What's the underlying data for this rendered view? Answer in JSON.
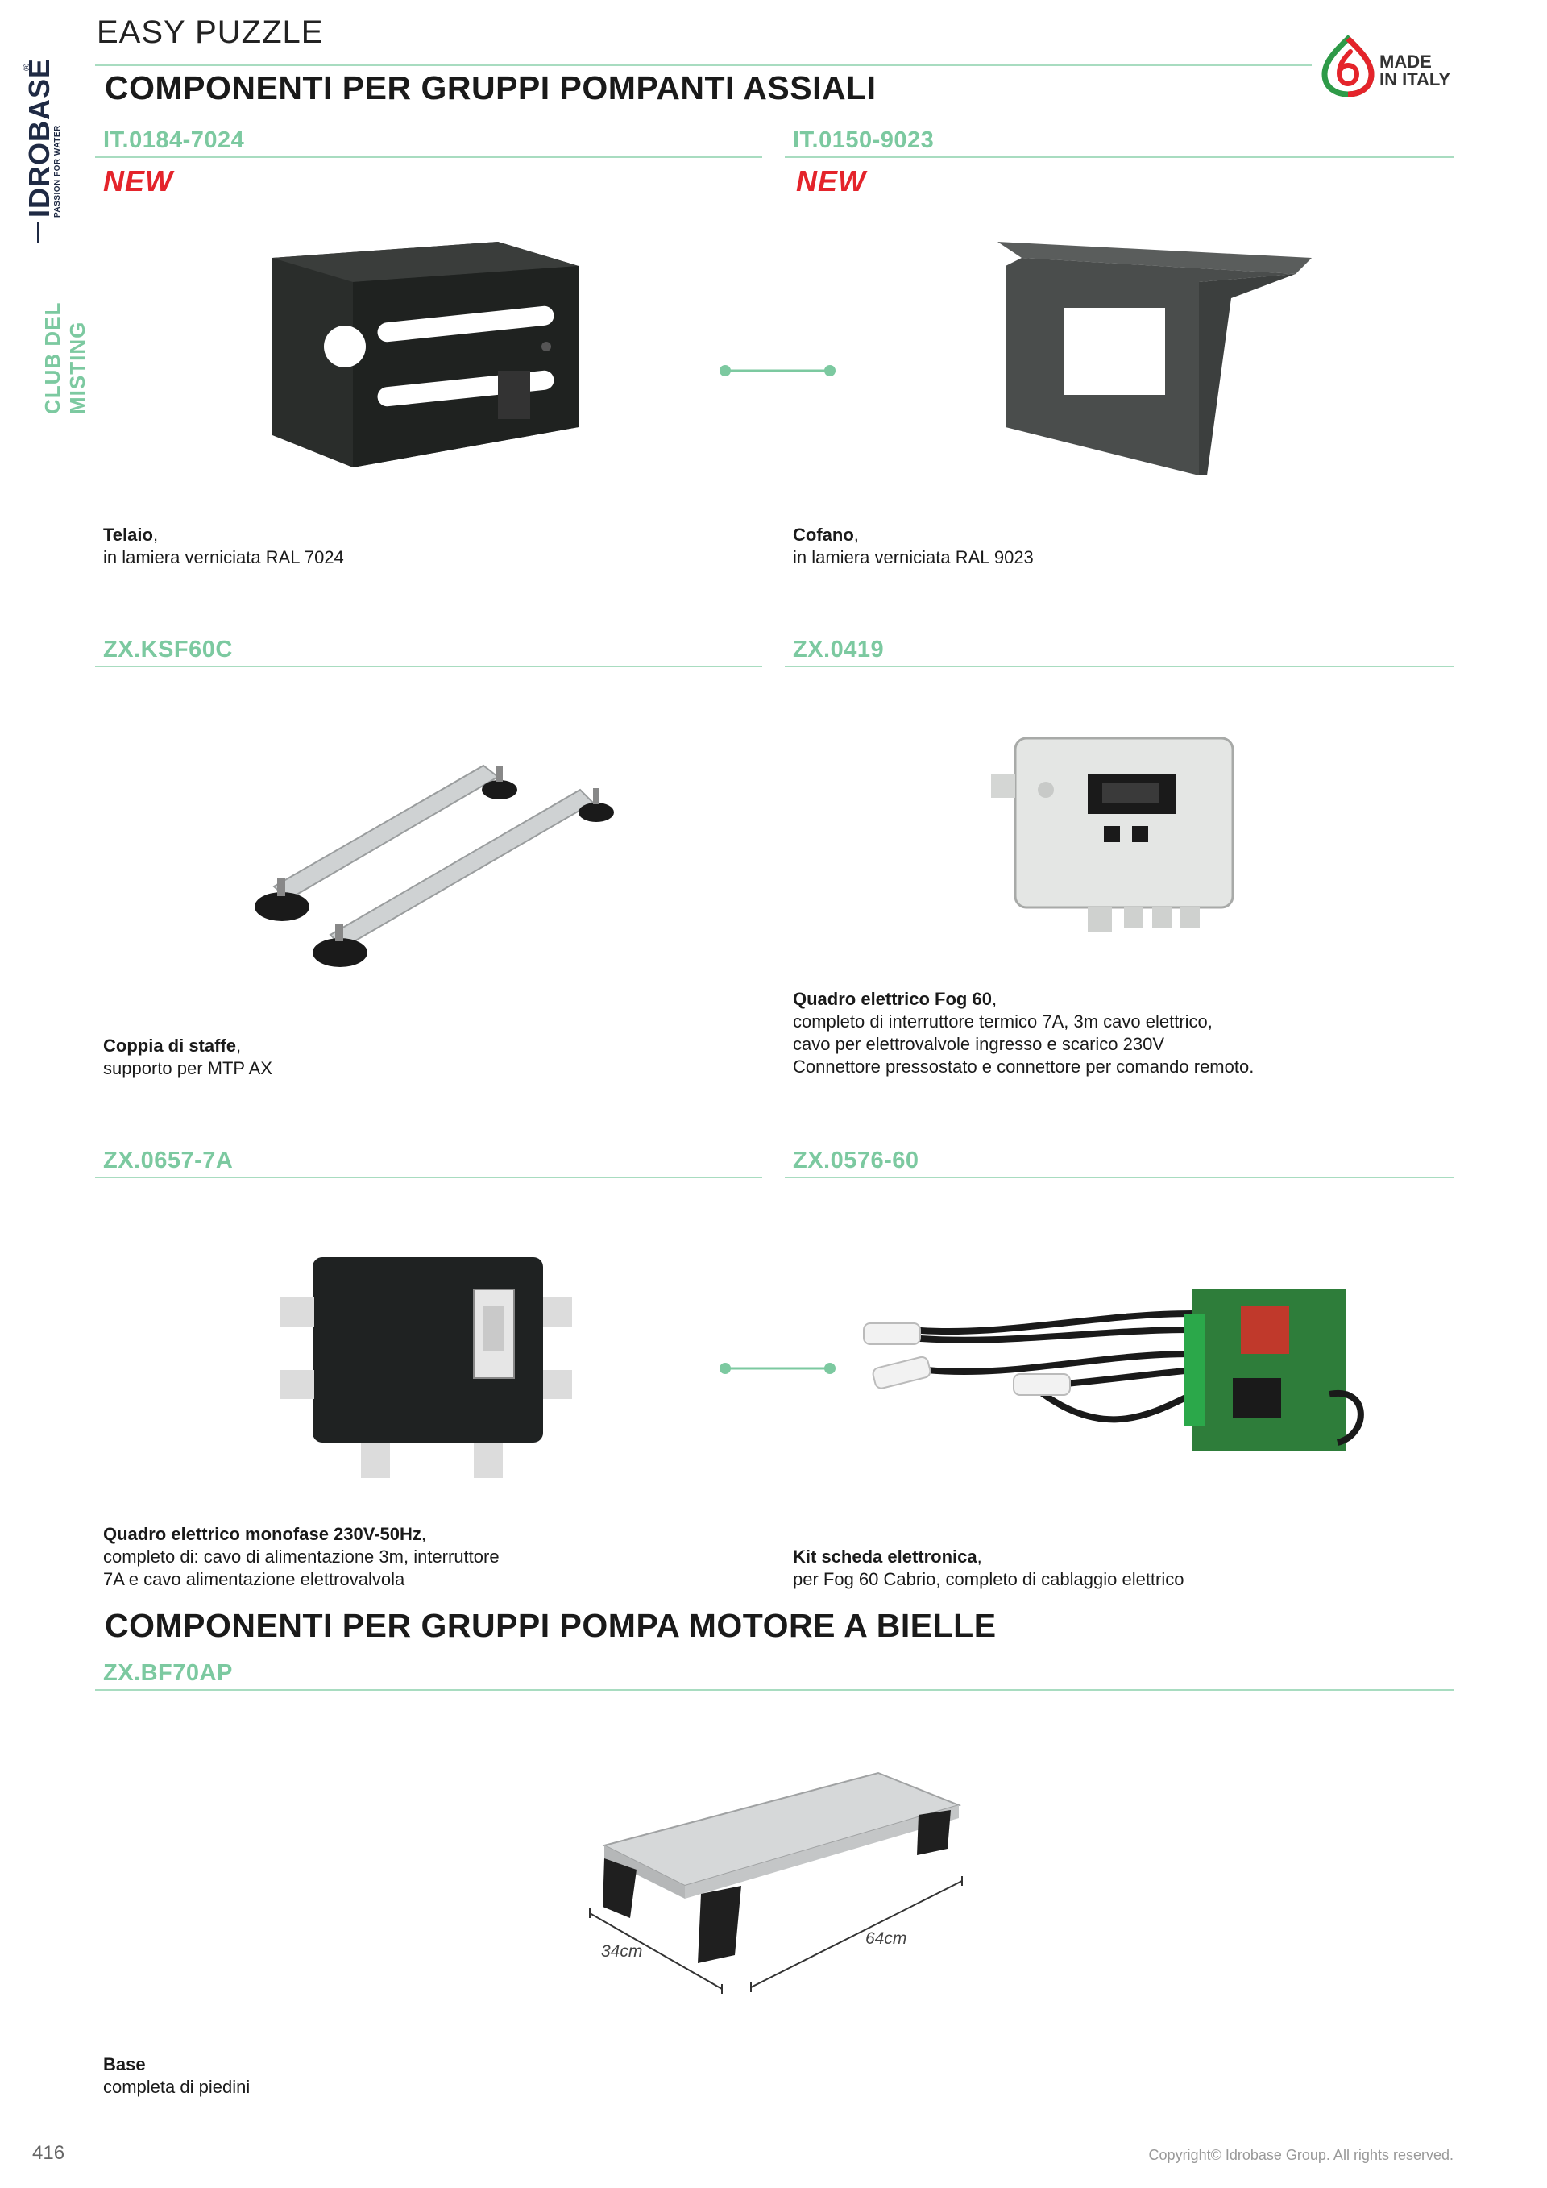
{
  "header": {
    "title": "EASY PUZZLE",
    "made_in_italy": [
      "MADE",
      "IN ITALY"
    ]
  },
  "sidebar": {
    "brand": "IDROBASE",
    "brand_reg": "®",
    "brand_tagline": "PASSION FOR WATER",
    "club": "CLUB DEL MISTING"
  },
  "sections": [
    {
      "title": "COMPONENTI PER GRUPPI POMPANTI ASSIALI"
    },
    {
      "title": "COMPONENTI PER GRUPPI POMPA MOTORE A BIELLE"
    }
  ],
  "products": [
    {
      "code": "IT.0184-7024",
      "badge": "NEW",
      "name": "Telaio",
      "lines": [
        "in lamiera verniciata RAL 7024"
      ]
    },
    {
      "code": "IT.0150-9023",
      "badge": "NEW",
      "name": "Cofano",
      "lines": [
        "in lamiera verniciata RAL 9023"
      ]
    },
    {
      "code": "ZX.KSF60C",
      "name": "Coppia di staffe",
      "lines": [
        "supporto per MTP AX"
      ]
    },
    {
      "code": "ZX.0419",
      "name": "Quadro elettrico Fog 60",
      "lines": [
        "completo di interruttore termico 7A, 3m cavo elettrico,",
        "cavo per elettrovalvole ingresso e scarico 230V",
        "Connettore pressostato e connettore per comando remoto."
      ]
    },
    {
      "code": "ZX.0657-7A",
      "name": "Quadro elettrico monofase 230V-50Hz",
      "lines": [
        "completo di: cavo di alimentazione 3m, interruttore",
        "7A e cavo alimentazione elettrovalvola"
      ]
    },
    {
      "code": "ZX.0576-60",
      "name": "Kit scheda elettronica",
      "lines": [
        "per Fog 60 Cabrio, completo di cablaggio elettrico"
      ]
    },
    {
      "code": "ZX.BF70AP",
      "name": "Base",
      "lines": [
        "completa di piedini"
      ],
      "dims": {
        "width": "34cm",
        "length": "64cm"
      }
    }
  ],
  "footer": {
    "page_number": "416",
    "copyright": "Copyright© Idrobase Group. All rights reserved."
  },
  "colors": {
    "accent_green": "#7cc9a0",
    "rule_green": "#a8dcc0",
    "new_red": "#e4242b",
    "brand_navy": "#1f2a44"
  }
}
